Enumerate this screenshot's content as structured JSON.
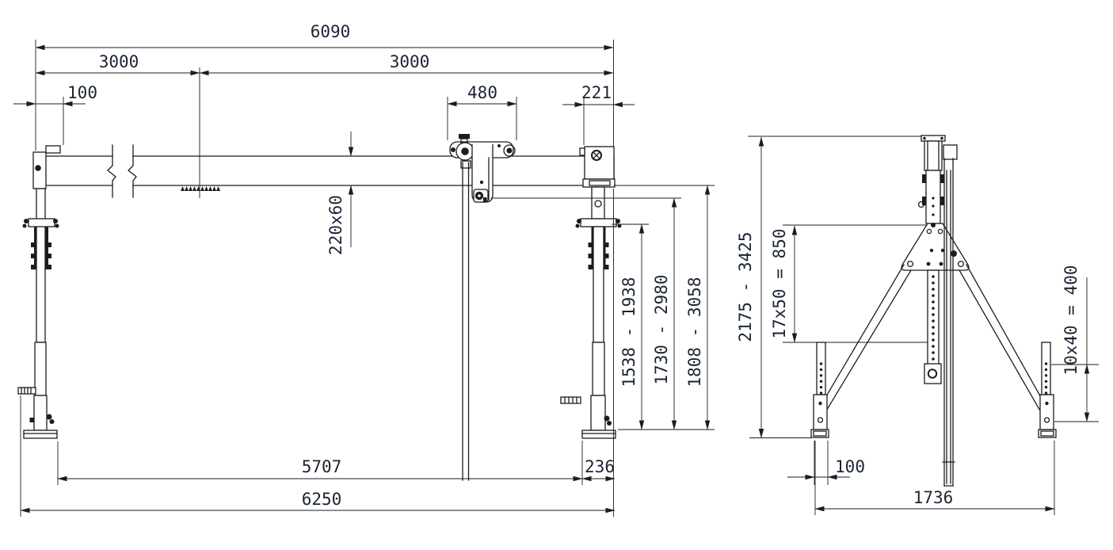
{
  "drawing": {
    "background_color": "#ffffff",
    "line_color": "#1c1c1c",
    "text_color": "#1b2433"
  },
  "front_view": {
    "dims": {
      "overall_top": "6090",
      "span_left": "3000",
      "span_right": "3000",
      "left_offset": "100",
      "trolley_width": "480",
      "right_offset": "221",
      "beam_profile": "220x60",
      "range_clamp": "1538 - 1938",
      "range_hook": "1730 - 2980",
      "range_beam": "1808 - 3058",
      "inner_span": "5707",
      "right_foot_offset": "236",
      "overall_bottom": "6250"
    }
  },
  "side_view": {
    "dims": {
      "height_range": "2175 - 3425",
      "mast_hole_pattern": "17x50 = 850",
      "post_hole_pattern": "10x40 = 400",
      "foot_offset": "100",
      "base_span": "1736"
    }
  }
}
